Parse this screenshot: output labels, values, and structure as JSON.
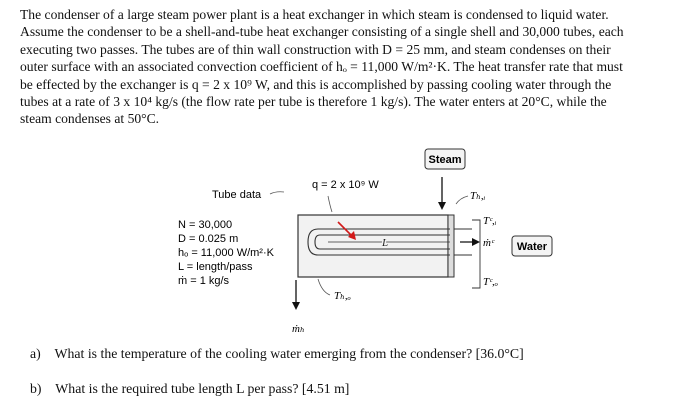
{
  "problem": {
    "lines": [
      "The condenser of a large steam power plant is a heat exchanger in which steam is condensed to liquid water.",
      "Assume the condenser to be a shell-and-tube heat exchanger consisting of a single shell and 30,000 tubes, each",
      "executing two passes. The tubes are of thin wall construction with D = 25 mm, and steam condenses on their",
      "outer surface with an associated convection coefficient of hₒ = 11,000 W/m²·K. The heat transfer rate that must",
      "be effected by the exchanger is q = 2 x 10⁹ W, and this is accomplished by passing cooling water through the",
      "tubes at a rate of 3 x 10⁴ kg/s (the flow rate per tube is therefore 1 kg/s). The water enters at 20°C, while the",
      "steam condenses at 50°C."
    ]
  },
  "figure": {
    "steam_label": "Steam",
    "water_label": "Water",
    "tube_data_label": "Tube data",
    "q_label": "q = 2 x 10⁹ W",
    "tube_data": [
      "N = 30,000",
      "D = 0.025 m",
      "hₒ = 11,000 W/m²·K",
      "L = length/pass",
      "ṁ = 1 kg/s"
    ],
    "L_label": "L",
    "Th_in": "Tₕ,ᵢ",
    "Tc_in": "Tᶜ,ᵢ",
    "mc": "ṁᶜ",
    "Tc_out": "Tᶜ,ₒ",
    "Th_out": "Tₕ,ₒ",
    "mh": "ṁₕ"
  },
  "questions": [
    "a) What is the temperature of the cooling water emerging from the condenser? [36.0°C]",
    "b) What is the required tube length L per pass? [4.51 m]"
  ]
}
